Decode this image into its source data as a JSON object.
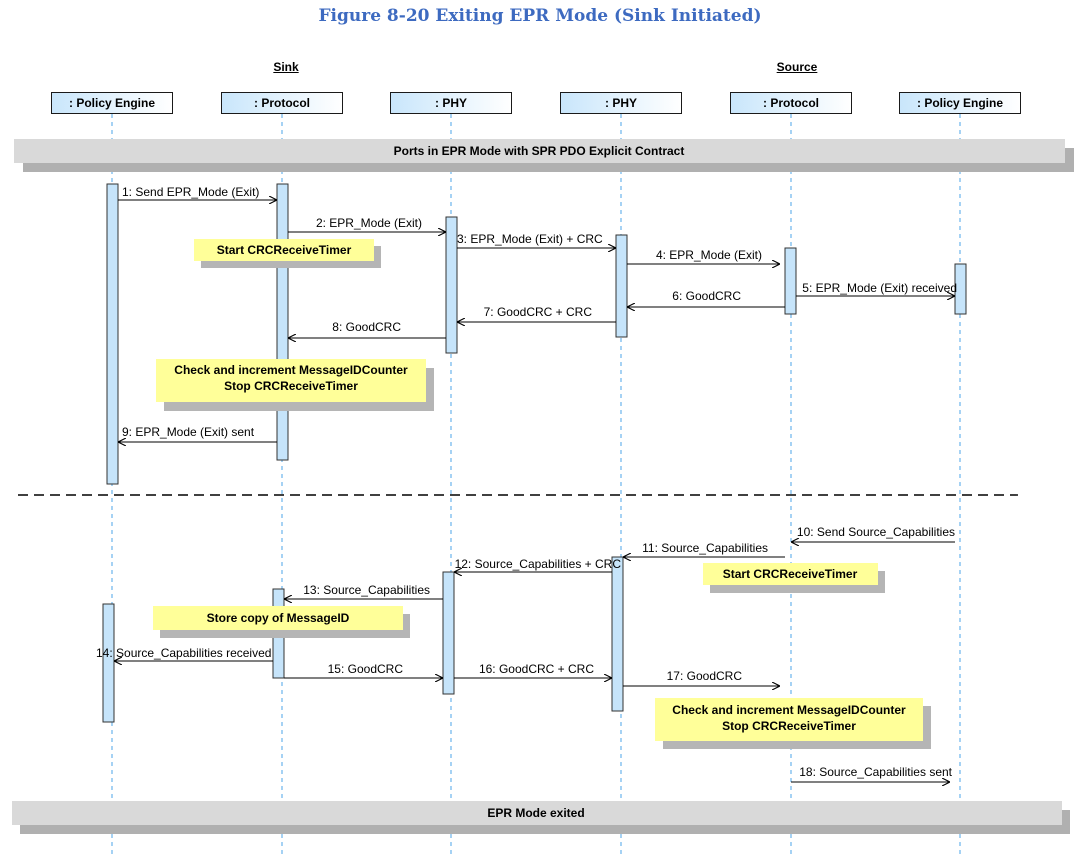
{
  "figure_title": "Figure 8-20 Exiting EPR Mode (Sink Initiated)",
  "groups": {
    "sink": "Sink",
    "source": "Source"
  },
  "lifelines": [
    {
      "id": "sink-pe",
      "label": ": Policy Engine"
    },
    {
      "id": "sink-prl",
      "label": ": Protocol"
    },
    {
      "id": "sink-phy",
      "label": ": PHY"
    },
    {
      "id": "source-phy",
      "label": ": PHY"
    },
    {
      "id": "source-prl",
      "label": ": Protocol"
    },
    {
      "id": "source-pe",
      "label": ": Policy Engine"
    }
  ],
  "banners": {
    "top": "Ports in EPR Mode with SPR PDO Explicit Contract",
    "bottom": "EPR Mode exited"
  },
  "messages": [
    {
      "label": "1: Send EPR_Mode (Exit)",
      "from": 0,
      "to": 1
    },
    {
      "label": "2: EPR_Mode (Exit)",
      "from": 1,
      "to": 2
    },
    {
      "label": "3: EPR_Mode (Exit) + CRC",
      "from": 2,
      "to": 3
    },
    {
      "label": "4: EPR_Mode (Exit)",
      "from": 3,
      "to": 4
    },
    {
      "label": "5: EPR_Mode (Exit) received",
      "from": 4,
      "to": 5
    },
    {
      "label": "6: GoodCRC",
      "from": 4,
      "to": 3
    },
    {
      "label": "7: GoodCRC + CRC",
      "from": 3,
      "to": 2
    },
    {
      "label": "8: GoodCRC",
      "from": 2,
      "to": 1
    },
    {
      "label": "9: EPR_Mode (Exit) sent",
      "from": 1,
      "to": 0
    },
    {
      "label": "10: Send Source_Capabilities",
      "from": 5,
      "to": 4
    },
    {
      "label": "11: Source_Capabilities",
      "from": 4,
      "to": 3
    },
    {
      "label": "12: Source_Capabilities + CRC",
      "from": 3,
      "to": 2
    },
    {
      "label": "13: Source_Capabilities",
      "from": 2,
      "to": 1
    },
    {
      "label": "14: Source_Capabilities received",
      "from": 1,
      "to": 0
    },
    {
      "label": "15: GoodCRC",
      "from": 1,
      "to": 2
    },
    {
      "label": "16: GoodCRC + CRC",
      "from": 2,
      "to": 3
    },
    {
      "label": "17: GoodCRC",
      "from": 3,
      "to": 4
    },
    {
      "label": "18: Source_Capabilities sent",
      "from": 4,
      "to": 5
    }
  ],
  "notes": [
    {
      "lines": [
        "Start CRCReceiveTimer"
      ]
    },
    {
      "lines": [
        "Check and increment MessageIDCounter",
        "Stop CRCReceiveTimer"
      ]
    },
    {
      "lines": [
        "Start CRCReceiveTimer"
      ]
    },
    {
      "lines": [
        "Store copy of MessageID"
      ]
    },
    {
      "lines": [
        "Check and increment MessageIDCounter",
        "Stop CRCReceiveTimer"
      ]
    }
  ],
  "colors": {
    "lifeline_dash": "#7fbff0",
    "activation_fill": "#c6e4fa",
    "note_fill": "#ffff99",
    "note_shadow": "#b5b5b5",
    "banner_fill": "#d9d9d9",
    "banner_shadow": "#b0b0b0",
    "title": "#3d6ac0"
  }
}
